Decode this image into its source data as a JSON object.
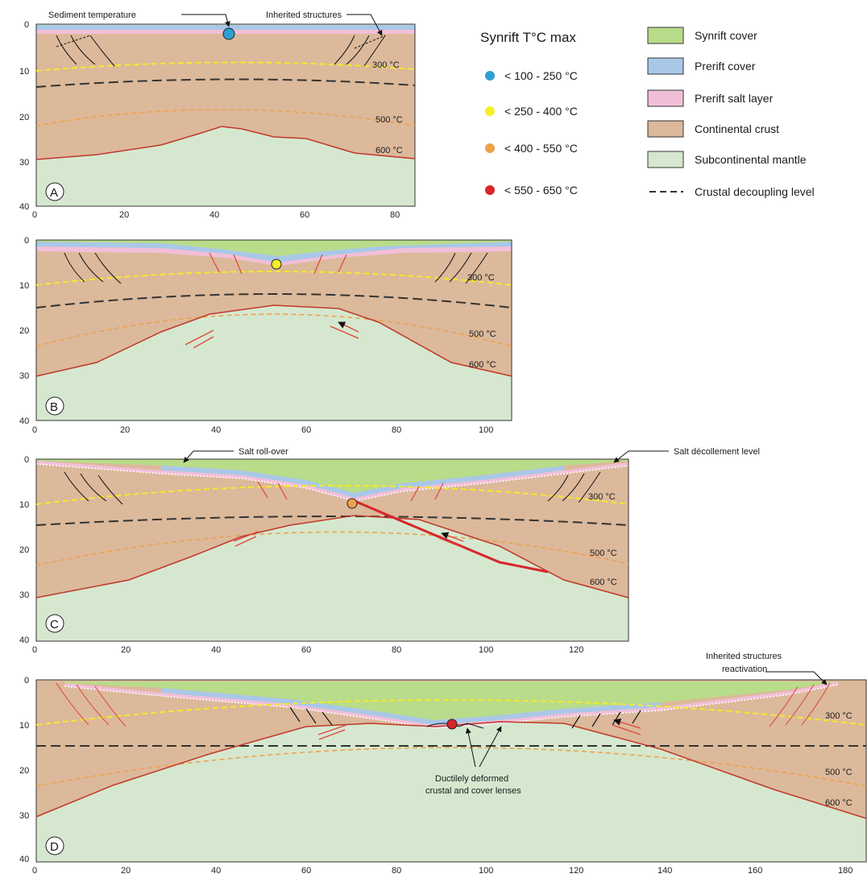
{
  "legend": {
    "temp_title": "Synrift T°C max",
    "temp_items": [
      {
        "label": "< 100 - 250 °C",
        "color": "#2e9fd3"
      },
      {
        "label": "< 250 - 400 °C",
        "color": "#f5ee2a"
      },
      {
        "label": "< 400 - 550 °C",
        "color": "#efa04a"
      },
      {
        "label": "< 550 - 650 °C",
        "color": "#d8262a"
      }
    ],
    "unit_items": [
      {
        "label": "Synrift cover",
        "color": "#b9dc8a"
      },
      {
        "label": "Prerift cover",
        "color": "#a9c8e8"
      },
      {
        "label": "Prerift salt layer",
        "color": "#f2bfd9"
      },
      {
        "label": "Continental crust",
        "color": "#dcb99b"
      },
      {
        "label": "Subcontinental mantle",
        "color": "#d5e8cf"
      },
      {
        "label": "Crustal decoupling level",
        "color": "#333333",
        "style": "dashed"
      }
    ]
  },
  "isotherm_labels": {
    "t300": "300 °C",
    "t500": "500 °C",
    "t600": "600 °C"
  },
  "panels": [
    {
      "label": "A",
      "x_ticks": [
        "0",
        "20",
        "40",
        "60",
        "80"
      ],
      "y_ticks": [
        "0",
        "10",
        "20",
        "30",
        "40"
      ],
      "annotations": [
        "Sediment temperature",
        "Inherited structures"
      ]
    },
    {
      "label": "B",
      "x_ticks": [
        "0",
        "20",
        "40",
        "60",
        "80",
        "100"
      ],
      "y_ticks": [
        "0",
        "10",
        "20",
        "30",
        "40"
      ],
      "annotations": []
    },
    {
      "label": "C",
      "x_ticks": [
        "0",
        "20",
        "40",
        "60",
        "80",
        "100",
        "120"
      ],
      "y_ticks": [
        "0",
        "10",
        "20",
        "30",
        "40"
      ],
      "annotations": [
        "Salt roll-over",
        "Salt décollement level"
      ]
    },
    {
      "label": "D",
      "x_ticks": [
        "0",
        "20",
        "40",
        "60",
        "80",
        "100",
        "120",
        "140",
        "160",
        "180"
      ],
      "y_ticks": [
        "0",
        "10",
        "20",
        "30",
        "40"
      ],
      "annotations": [
        "Inherited structures",
        "reactivation",
        "Ductilely deformed",
        "crustal and cover lenses"
      ]
    }
  ]
}
